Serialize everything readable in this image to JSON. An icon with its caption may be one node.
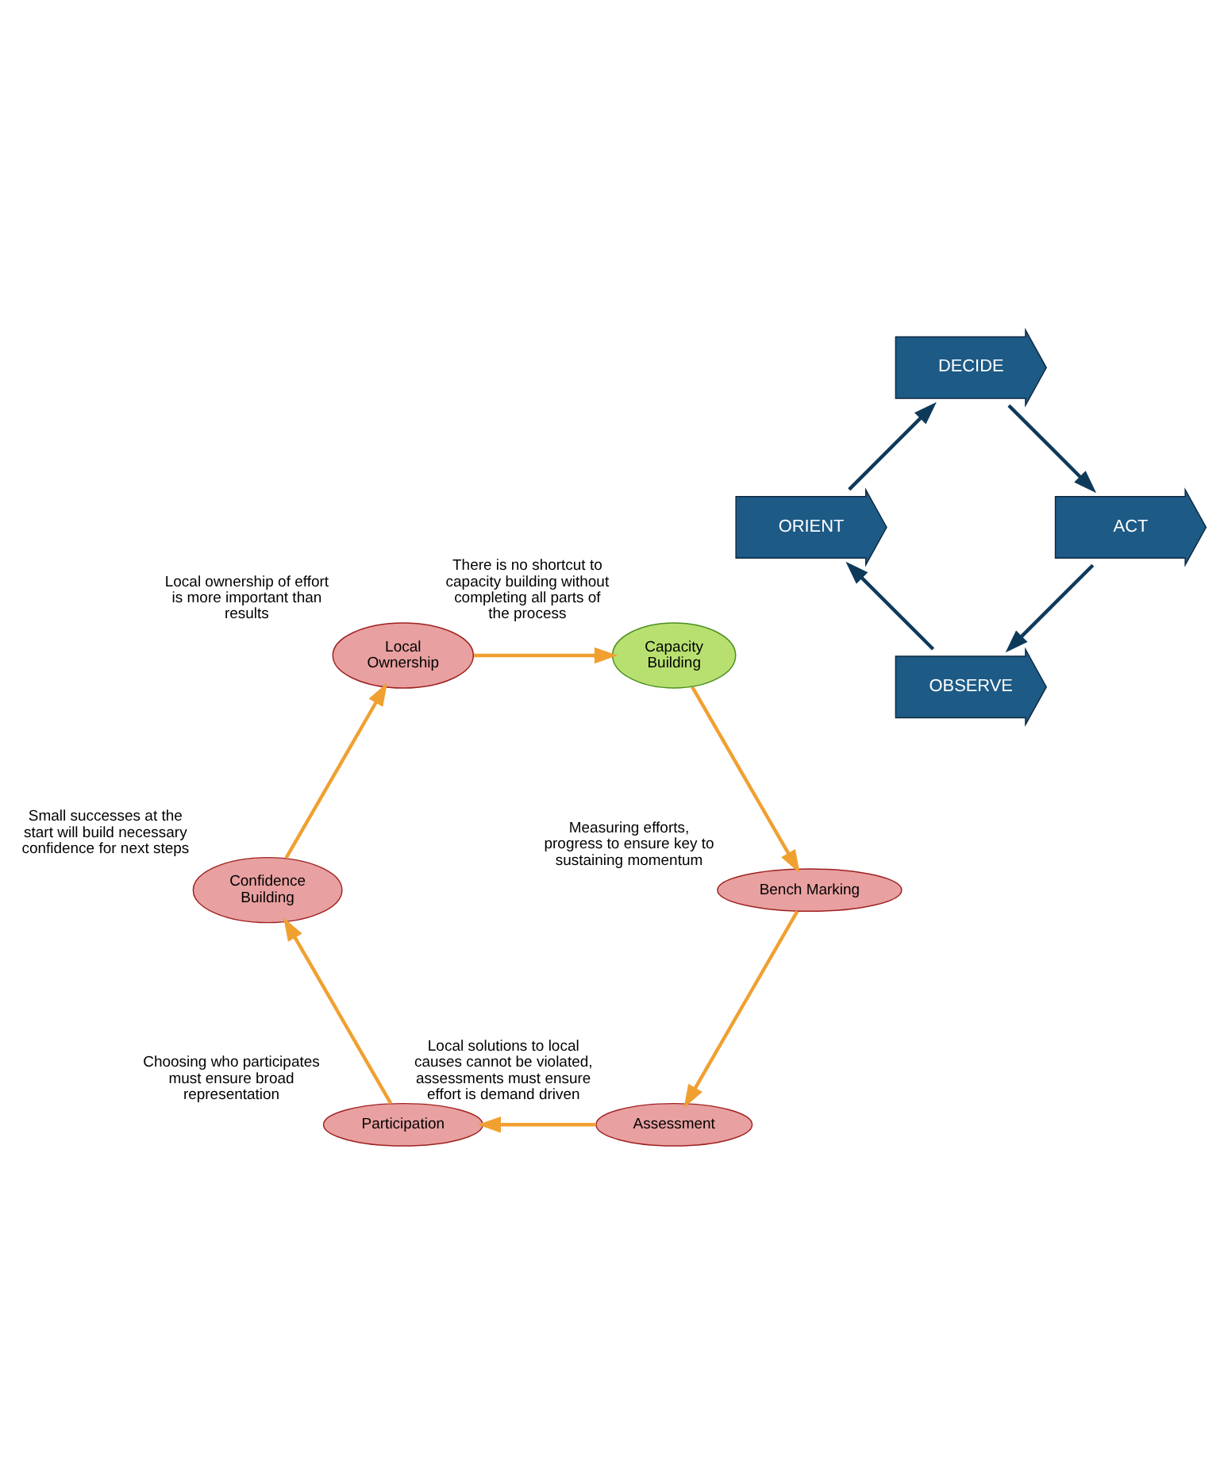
{
  "diagram": {
    "nodes": [
      {
        "text": [
          "Assessment"
        ],
        "beside": [
          "Local solutions to local causes cannot be violated, assessments must ensure effort is demand driven"
        ]
      },
      {
        "text": [
          "Participation"
        ],
        "beside": [
          "Choosing who participates must ensure broad representation"
        ]
      },
      {
        "text": [
          "Confidence Building"
        ],
        "beside": [
          "Small successes at the start will build necessary confidence for next steps"
        ]
      },
      {
        "text": [
          "Local Ownership"
        ],
        "beside": [
          "Local ownership of effort is more important than results"
        ]
      },
      {
        "text": [
          "Capacity Building"
        ],
        "beside": [
          "There is no shortcut to capacity building without completing all parts of the process"
        ]
      },
      {
        "text": [
          "Bench Marking"
        ],
        "beside": [
          "Measuring efforts, progress to ensure key to sustaining momentum"
        ]
      },
      {
        "text": [
          "OBSERVE"
        ]
      },
      {
        "text": [
          "ORIENT"
        ]
      },
      {
        "text": [
          "DECIDE"
        ]
      },
      {
        "text": [
          "ACT"
        ]
      }
    ],
    "edges": [
      {
        "from": 0,
        "to": 1,
        "arrow": "to"
      },
      {
        "from": 1,
        "to": 2,
        "arrow": "to"
      },
      {
        "from": 2,
        "to": 3,
        "arrow": "to"
      },
      {
        "from": 3,
        "to": 4,
        "arrow": "to"
      },
      {
        "from": 4,
        "to": 5,
        "arrow": "to"
      },
      {
        "from": 5,
        "to": 0,
        "arrow": "to"
      },
      {
        "from": 6,
        "to": 7,
        "arrow": "to",
        "color": "#0e3a5a"
      },
      {
        "from": 7,
        "to": 8,
        "arrow": "to",
        "color": "#0e3a5a"
      },
      {
        "from": 8,
        "to": 9,
        "arrow": "to",
        "color": "#0e3a5a"
      },
      {
        "from": 9,
        "to": 6,
        "arrow": "to",
        "color": "#0e3a5a"
      }
    ]
  }
}
